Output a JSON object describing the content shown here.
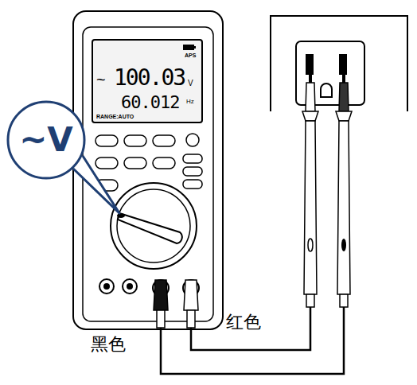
{
  "diagram": {
    "nodes": [
      {
        "text": [
          "~V"
        ]
      }
    ],
    "labels": [
      "~",
      "100.03",
      "V",
      "60.012",
      "Hz",
      "APS",
      "RANGE:AUTO",
      "红色",
      "黑色"
    ]
  }
}
